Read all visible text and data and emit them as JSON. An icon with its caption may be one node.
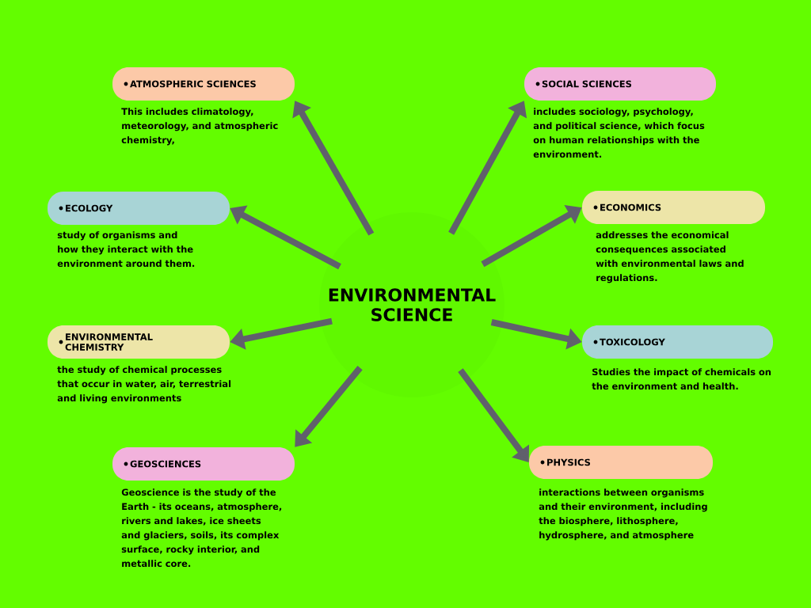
{
  "diagram": {
    "nodes": [
      {
        "text": [
          "ENVIRONMENTAL SCIENCE"
        ]
      },
      {
        "text": [
          "ATMOSPHERIC SCIENCES"
        ],
        "beside": [
          "This includes climatology, meteorology, and atmospheric chemistry,"
        ]
      },
      {
        "text": [
          "SOCIAL SCIENCES"
        ],
        "beside": [
          "includes sociology, psychology, and political science, which focus on human relationships with the environment."
        ]
      },
      {
        "text": [
          "ECOLOGY"
        ],
        "beside": [
          "study of organisms and how they interact with the environment around them."
        ]
      },
      {
        "text": [
          "ECONOMICS"
        ],
        "beside": [
          "addresses the economical consequences associated with environmental laws and regulations."
        ]
      },
      {
        "text": [
          "ENVIRONMENTAL CHEMISTRY"
        ],
        "beside": [
          "the study of chemical processes that occur in water, air, terrestrial and living environments"
        ]
      },
      {
        "text": [
          "TOXICOLOGY"
        ],
        "beside": [
          "Studies the impact of chemicals on the environment and health."
        ]
      },
      {
        "text": [
          "GEOSCIENCES"
        ],
        "beside": [
          "Geoscience is the study of the Earth - its oceans, atmosphere, rivers and lakes, ice sheets and glaciers, soils, its complex surface, rocky interior, and metallic core."
        ]
      },
      {
        "text": [
          "PHYSICS"
        ],
        "beside": [
          "interactions between organisms and their environment, including the biosphere, lithosphere, hydrosphere, and atmosphere"
        ]
      }
    ],
    "edges": [
      {
        "from": 0,
        "to": 1,
        "arrow": "to"
      },
      {
        "from": 0,
        "to": 2,
        "arrow": "to"
      },
      {
        "from": 0,
        "to": 3,
        "arrow": "to"
      },
      {
        "from": 0,
        "to": 4,
        "arrow": "to"
      },
      {
        "from": 0,
        "to": 5,
        "arrow": "to"
      },
      {
        "from": 0,
        "to": 6,
        "arrow": "to"
      },
      {
        "from": 0,
        "to": 7,
        "arrow": "to"
      },
      {
        "from": 0,
        "to": 8,
        "arrow": "to"
      }
    ]
  }
}
